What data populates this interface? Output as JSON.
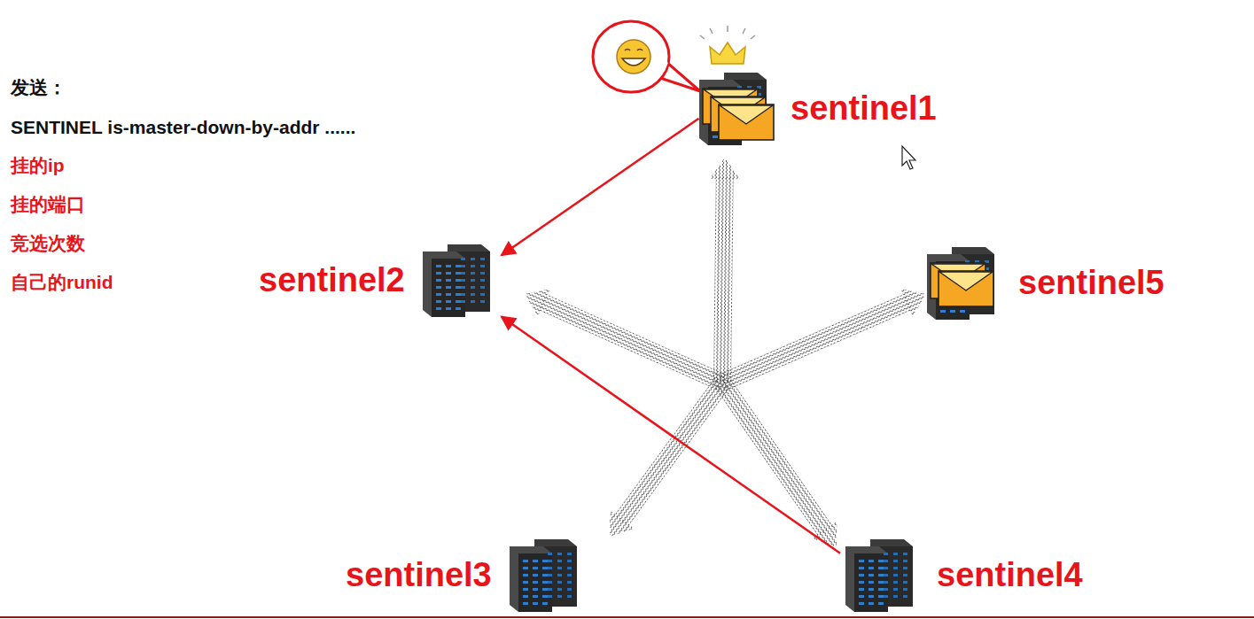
{
  "diagram": {
    "nodes": [
      {
        "text": [
          "sentinel1"
        ]
      },
      {
        "text": [
          "sentinel2"
        ]
      },
      {
        "text": [
          "sentinel5"
        ]
      },
      {
        "text": [
          "sentinel3"
        ]
      },
      {
        "text": [
          "sentinel4"
        ]
      }
    ],
    "edges": [
      {
        "from": 0,
        "to": 1,
        "arrow": "to"
      },
      {
        "from": 4,
        "to": 1,
        "arrow": "to"
      }
    ],
    "labels": [
      "发送：",
      "SENTINEL is-master-down-by-addr ......",
      "挂的ip",
      "挂的端口",
      "竞选次数",
      "自己的runid"
    ]
  }
}
